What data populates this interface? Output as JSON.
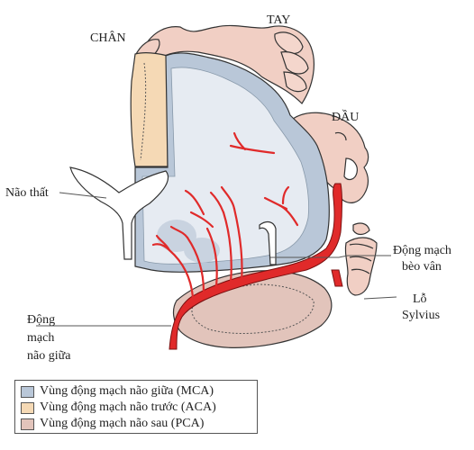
{
  "labels": {
    "chan": "CHÂN",
    "tay": "TAY",
    "dau": "ĐẦU",
    "nao_that": "Não thất",
    "dong_mach_beo_van": [
      "Động mạch",
      "bèo vân"
    ],
    "lo_sylvius": [
      "Lỗ",
      "Sylvius"
    ],
    "dong_mach_nao_giua": [
      "Động",
      "mạch",
      "não giữa"
    ]
  },
  "legend": [
    {
      "label": "Vùng động mạch não giữa (MCA)",
      "color": "#b9c7d8"
    },
    {
      "label": "Vùng động mạch não trước (ACA)",
      "color": "#f5d9b5"
    },
    {
      "label": "Vùng động mạch não sau (PCA)",
      "color": "#e2c4bb"
    }
  ],
  "colors": {
    "artery": "#e02a2a",
    "mca_region": "#b9c7d8",
    "mca_inner": "#e6ebf2",
    "aca_region": "#f5d9b5",
    "pca_region": "#e2c4bb",
    "homunculus_skin": "#f1cfc4"
  }
}
